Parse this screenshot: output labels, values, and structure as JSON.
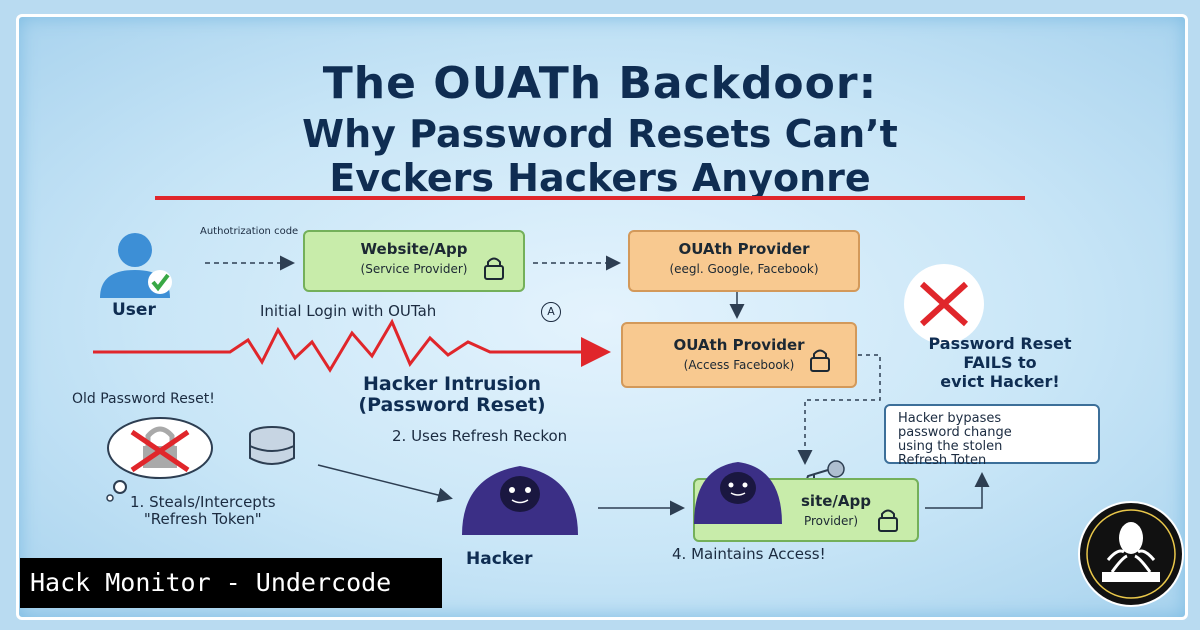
{
  "title": {
    "line1": "The OUATh Backdoor:",
    "line2": "Why Password Resets Can’t",
    "line3": "Evckers Hackers Anyonre"
  },
  "user_label": "User",
  "auth_code_label": "Authotrization code",
  "website_box": {
    "title": "Website/App",
    "subtitle": "(Service Provider)"
  },
  "oauth_box_1": {
    "title": "OUAth Provider",
    "subtitle": "(eegl. Google, Facebook)"
  },
  "oauth_box_2": {
    "title": "OUAth Provider",
    "subtitle": "(Access Facebook)"
  },
  "initial_login": "Initial Login with OUTah",
  "circle_marker": "A",
  "hacker_intrusion": {
    "line1": "Hacker Intrusion",
    "line2": "(Password Reset)"
  },
  "old_password_reset": "Old Password Reset!",
  "step2": "2. Uses Refresh Reckon",
  "step1": {
    "line1": "1. Steals/Intercepts",
    "line2": "\"Refresh Token\""
  },
  "hacker_label": "Hacker",
  "website_box_2": {
    "title": "site/App",
    "subtitle": "Provider)"
  },
  "step4": "4. Maintains Access!",
  "password_reset_fail": {
    "line1": "Password Reset",
    "line2": "FAILS to",
    "line3": "evict Hacker!"
  },
  "bypass_note": [
    "Hacker bypases",
    "password change",
    "using the stolen",
    "Refresh Toten"
  ],
  "brand_label": "Hack Monitor - Undercode",
  "icons": [
    "user-icon",
    "check-icon",
    "lock-icon",
    "red-x-icon",
    "database-icon",
    "hacker-icon",
    "key-icon",
    "logo-icon"
  ],
  "colors": {
    "title": "#0f2d52",
    "red": "#e0262b",
    "green_box": "#c8ecaa",
    "orange_box": "#f8c990",
    "user_blue": "#3d8fd6",
    "hacker_purple": "#3b2f86"
  }
}
